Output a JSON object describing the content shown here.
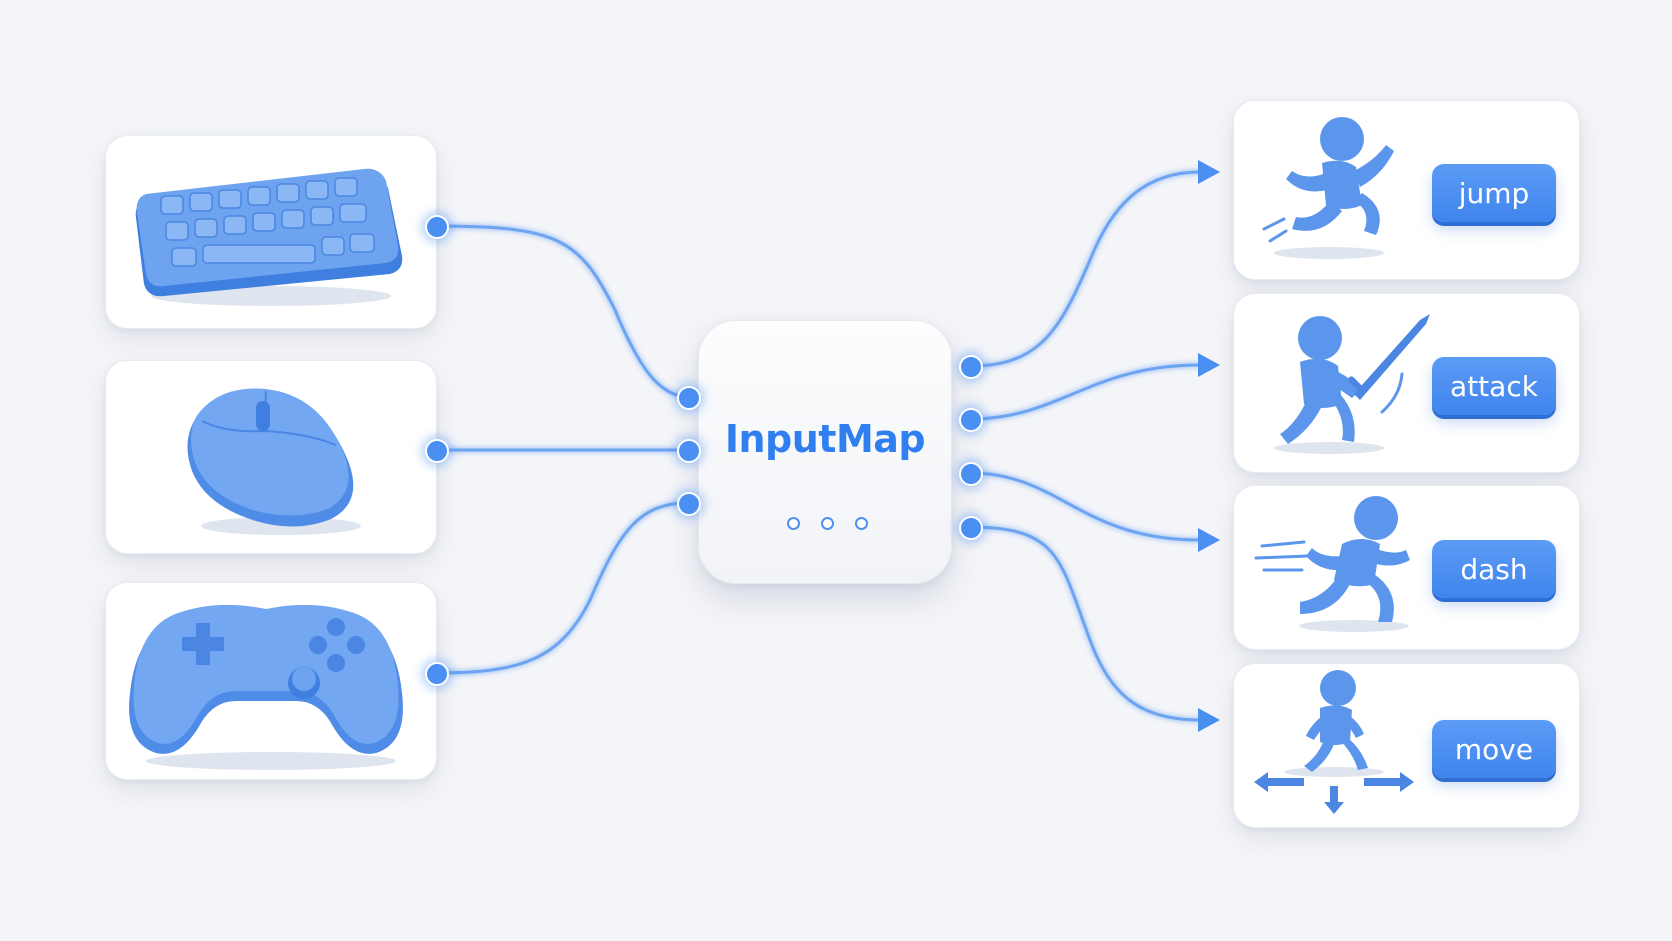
{
  "hub": {
    "title": "InputMap"
  },
  "inputs": [
    {
      "icon": "keyboard-icon"
    },
    {
      "icon": "mouse-icon"
    },
    {
      "icon": "gamepad-icon"
    }
  ],
  "actions": [
    {
      "label": "jump",
      "icon": "jumping-figure-icon"
    },
    {
      "label": "attack",
      "icon": "sword-figure-icon"
    },
    {
      "label": "dash",
      "icon": "dashing-figure-icon"
    },
    {
      "label": "move",
      "icon": "walking-figure-icon"
    }
  ],
  "colors": {
    "accent": "#4a8ff2",
    "title": "#2f7ff0",
    "figure": "#5b96ec",
    "wire": "#5f9cf2",
    "background": "#f4f5f8"
  }
}
